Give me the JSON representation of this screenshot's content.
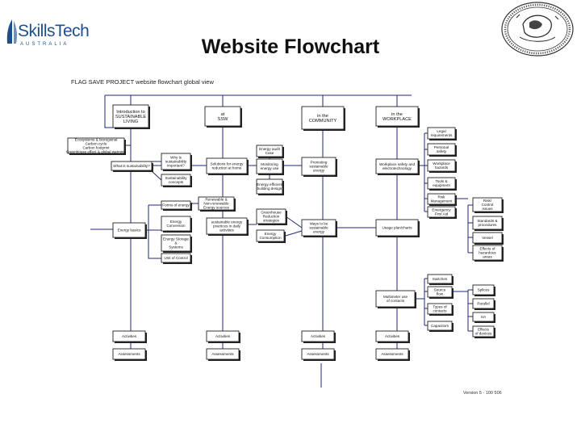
{
  "header": {
    "logo_text": "SkillsTech",
    "logo_sub": "AUSTRALIA",
    "title": "Website Flowchart"
  },
  "chart_head": "FLAG SAVE PROJECT    website flowchart    global view",
  "version": "Version 5 - 100 506",
  "colors": {
    "connector": "#1e2a7a",
    "logo": "#1d4f8f",
    "box_border": "#222222"
  },
  "boxes": [
    {
      "id": "intro-sustainable",
      "lines": [
        "Introduction to",
        "SUSTAINABLE",
        "LIVING"
      ]
    },
    {
      "id": "at-ssw",
      "lines": [
        "at",
        "SSW"
      ]
    },
    {
      "id": "in-community",
      "lines": [
        "in the",
        "COMMUNITY"
      ]
    },
    {
      "id": "in-workplace",
      "lines": [
        "in the",
        "WORKPLACE"
      ]
    },
    {
      "id": "ecosystems",
      "lines": [
        "Ecosystems & bioregional",
        "Carbon cycle",
        "Carbon footprint",
        "Greenhouse effect & global warming"
      ]
    },
    {
      "id": "why-sustainable",
      "lines": [
        "Why is",
        "sustainability",
        "important?"
      ]
    },
    {
      "id": "what-sustainability",
      "lines": [
        "What is sustainability?"
      ]
    },
    {
      "id": "sustainability-concepts",
      "lines": [
        "Sustainability",
        "concepts"
      ]
    },
    {
      "id": "solutions-reduction",
      "lines": [
        "Solutions for energy",
        "reduction at home"
      ]
    },
    {
      "id": "energy-audit",
      "lines": [
        "Energy audit",
        "Case"
      ]
    },
    {
      "id": "monitoring",
      "lines": [
        "Monitoring",
        "energy use"
      ]
    },
    {
      "id": "promoting",
      "lines": [
        "Promoting",
        "sustainable",
        "energy"
      ]
    },
    {
      "id": "energy-efficient",
      "lines": [
        "Energy efficient",
        "building design"
      ]
    },
    {
      "id": "workplace-electrotechnology",
      "lines": [
        "Workplace safety and",
        "electrotechnology"
      ]
    },
    {
      "id": "legal",
      "lines": [
        "Legal",
        "requirements"
      ]
    },
    {
      "id": "personal-safety",
      "lines": [
        "Personal",
        "safety"
      ]
    },
    {
      "id": "workplace-hazards",
      "lines": [
        "Workplace",
        "hazards"
      ]
    },
    {
      "id": "tools",
      "lines": [
        "Tools &",
        "equipment"
      ]
    },
    {
      "id": "risk-management",
      "lines": [
        "Risk",
        "Management"
      ]
    },
    {
      "id": "emergency-first-aid",
      "lines": [
        "Emergency",
        "First Aid"
      ]
    },
    {
      "id": "risk-control",
      "lines": [
        "Risk/",
        "Control",
        "issues"
      ]
    },
    {
      "id": "standards",
      "lines": [
        "Standards &",
        "procedures"
      ]
    },
    {
      "id": "vessel",
      "lines": [
        "Vessel"
      ]
    },
    {
      "id": "effects-hazardous",
      "lines": [
        "Effects of",
        "hazardous",
        "areas"
      ]
    },
    {
      "id": "forms-energy",
      "lines": [
        "Forms of energy"
      ]
    },
    {
      "id": "energy-conversion",
      "lines": [
        "Energy",
        "Conversion"
      ]
    },
    {
      "id": "energy-storage",
      "lines": [
        "Energy Storage",
        "&",
        "Systems"
      ]
    },
    {
      "id": "renewable",
      "lines": [
        "Renewable &",
        "Non-renewable",
        "Energy sources"
      ]
    },
    {
      "id": "sustainable-energy-practices",
      "lines": [
        "sustainable energy",
        "practices in daily",
        "activities"
      ]
    },
    {
      "id": "greenhouse-reduction",
      "lines": [
        "Greenhouse",
        "Reduction",
        "strategies"
      ]
    },
    {
      "id": "energy-consumption",
      "lines": [
        "Energy",
        "Consumption"
      ]
    },
    {
      "id": "ways-sustainable",
      "lines": [
        "Ways to be",
        "sustainable",
        "energy"
      ]
    },
    {
      "id": "energy-basics",
      "lines": [
        "Energy basics"
      ]
    },
    {
      "id": "usage-plan",
      "lines": [
        "Usage plan/charts"
      ]
    },
    {
      "id": "unit-control",
      "lines": [
        "Unit of Control"
      ]
    },
    {
      "id": "switches",
      "lines": [
        "Switches"
      ]
    },
    {
      "id": "source-flow",
      "lines": [
        "Source",
        "flow"
      ]
    },
    {
      "id": "multimeter",
      "lines": [
        "Multimeter use",
        "of contacts"
      ]
    },
    {
      "id": "types-contacts",
      "lines": [
        "Types of",
        "contacts"
      ]
    },
    {
      "id": "capacitors",
      "lines": [
        "Capacitors"
      ]
    },
    {
      "id": "splices",
      "lines": [
        "Splices"
      ]
    },
    {
      "id": "parallel",
      "lines": [
        "Parallel"
      ]
    },
    {
      "id": "ha",
      "lines": [
        "HA"
      ]
    },
    {
      "id": "effects-devices",
      "lines": [
        "Effects",
        "of devices"
      ]
    },
    {
      "id": "activities-1",
      "lines": [
        "Activities"
      ]
    },
    {
      "id": "assessments-1",
      "lines": [
        "Assessments"
      ]
    },
    {
      "id": "activities-2",
      "lines": [
        "Activities"
      ]
    },
    {
      "id": "assessments-2",
      "lines": [
        "Assessments"
      ]
    },
    {
      "id": "activities-3",
      "lines": [
        "Activities"
      ]
    },
    {
      "id": "assessments-3",
      "lines": [
        "Assessments"
      ]
    },
    {
      "id": "activities-4",
      "lines": [
        "Activities"
      ]
    },
    {
      "id": "assessments-4",
      "lines": [
        "Assessments"
      ]
    }
  ]
}
